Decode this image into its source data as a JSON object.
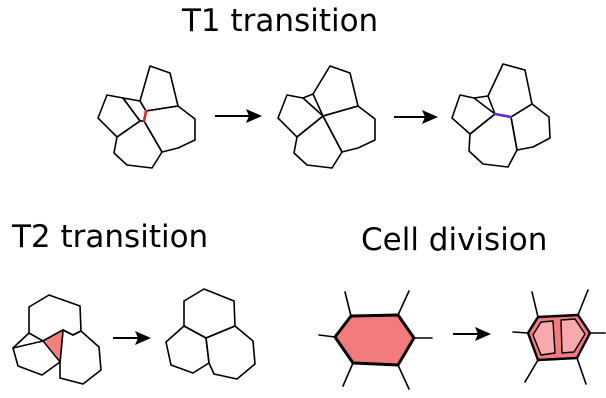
{
  "figure": {
    "panels": [
      {
        "id": "t1",
        "title": "T1 transition"
      },
      {
        "id": "t2",
        "title": "T2 transition"
      },
      {
        "id": "division",
        "title": "Cell division"
      }
    ]
  },
  "colors": {
    "stroke": "#000000",
    "t1_shrinking_edge": "#e8201f",
    "t1_new_edge": "#5b2bd0",
    "t2_shrinking_cell": "#f47f7f",
    "dividing_cell": "#f27b7d",
    "daughter_cells": "#f7a9ae"
  }
}
